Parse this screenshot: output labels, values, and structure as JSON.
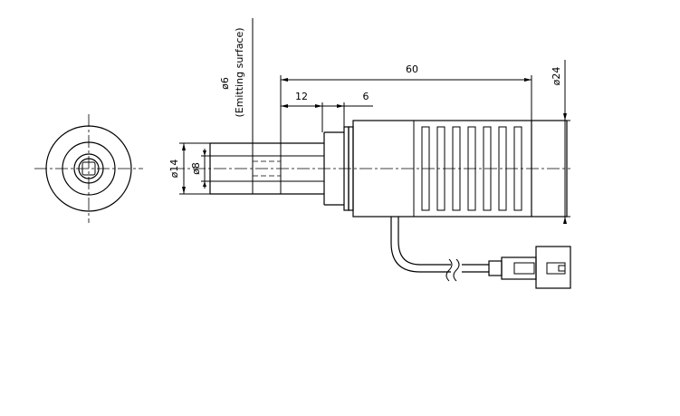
{
  "drawing": {
    "stroke_color": "#000000",
    "background": "#ffffff",
    "labels": {
      "dia6": "ø6",
      "emitting": "(Emitting surface)",
      "dim60": "60",
      "dim12": "12",
      "dim6": "6",
      "dia24": "ø24",
      "dia14": "ø14",
      "dia8": "ø8"
    },
    "heatsink_fin_count": 7
  }
}
